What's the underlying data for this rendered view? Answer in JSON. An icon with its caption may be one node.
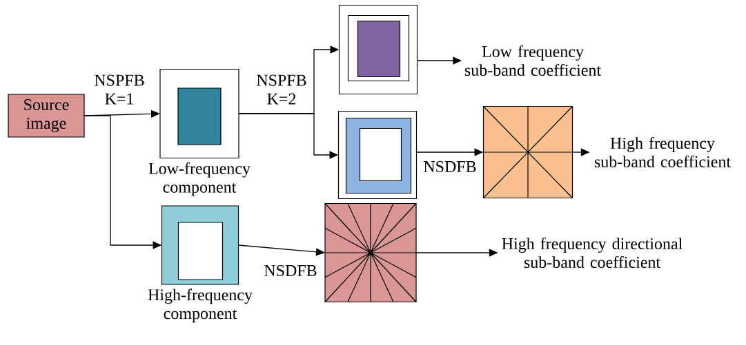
{
  "diagram": {
    "nodes": [
      {
        "text": [
          "Source image"
        ]
      },
      {
        "text": [],
        "shape": "box",
        "beside": [
          "Low-frequency component"
        ]
      },
      {
        "text": [],
        "shape": "box"
      },
      {
        "text": [
          "Low frequency sub-band coefficient"
        ]
      },
      {
        "text": [],
        "shape": "box"
      },
      {
        "text": [],
        "shape": "box"
      },
      {
        "text": [
          "High frequency sub-band coefficient"
        ]
      },
      {
        "text": [],
        "shape": "box",
        "beside": [
          "High-frequency component"
        ]
      },
      {
        "text": [],
        "shape": "box"
      },
      {
        "text": [
          "High frequency directional sub-band coefficient"
        ]
      }
    ],
    "edges": [
      {
        "from": 0,
        "to": 1,
        "arrow": "to",
        "label": "NSPFB K=1"
      },
      {
        "from": 0,
        "to": 7,
        "arrow": "to"
      },
      {
        "from": 1,
        "to": 2,
        "arrow": "to",
        "label": "NSPFB K=2"
      },
      {
        "from": 1,
        "to": 4,
        "arrow": "to"
      },
      {
        "from": 2,
        "to": 3,
        "arrow": "to"
      },
      {
        "from": 4,
        "to": 5,
        "arrow": "to",
        "label": "NSDFB"
      },
      {
        "from": 5,
        "to": 6,
        "arrow": "to"
      },
      {
        "from": 7,
        "to": 8,
        "arrow": "to",
        "label": "NSDFB"
      },
      {
        "from": 8,
        "to": 9,
        "arrow": "to"
      }
    ]
  }
}
